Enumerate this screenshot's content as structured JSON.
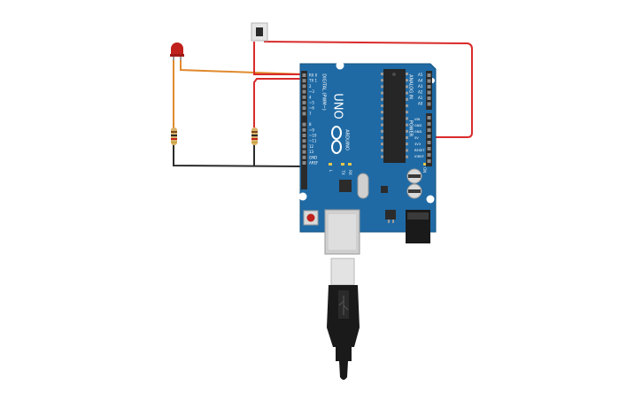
{
  "board": {
    "model_label": "UNO",
    "brand_label": "ARDUINO",
    "digital_label": "DIGITAL (PWM~)",
    "analog_label": "ANALOG IN",
    "power_label": "POWER",
    "tx_label": "TX",
    "rx_label": "RX",
    "l_label": "L",
    "on_label": "ON",
    "digital_pins": [
      "RX 0",
      "TX 1",
      "2",
      "~3",
      "4",
      "~5",
      "~6",
      "7",
      "8",
      "~9",
      "~10",
      "~11",
      "12",
      "13",
      "GND",
      "AREF"
    ],
    "analog_pins": [
      "A0",
      "A1",
      "A2",
      "A3",
      "A4",
      "A5"
    ],
    "power_pins": [
      "IOREF",
      "RESET",
      "3V3",
      "5V",
      "GND",
      "GND",
      "VIN"
    ],
    "color": "#1f6aa5"
  },
  "components": {
    "led_color": "#c0211c",
    "resistor_color": "#d9b26a",
    "button_color": "#e6e6e6"
  },
  "wires": {
    "orange": "#e08a2e",
    "red": "#d92b2b",
    "black": "#2b2b2b"
  }
}
